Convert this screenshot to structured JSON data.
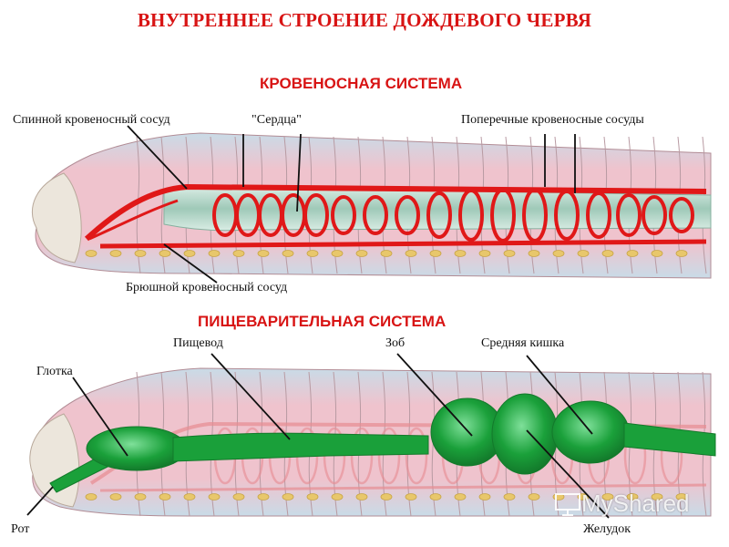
{
  "title": "ВНУТРЕННЕЕ СТРОЕНИЕ ДОЖДЕВОГО ЧЕРВЯ",
  "circulatory": {
    "heading": "КРОВЕНОСНАЯ СИСТЕМА",
    "labels": {
      "dorsal": "Спинной кровеносный сосуд",
      "hearts": "\"Сердца\"",
      "transverse": "Поперечные кровеносные сосуды",
      "ventral": "Брюшной кровеносный сосуд"
    }
  },
  "digestive": {
    "heading": "ПИЩЕВАРИТЕЛЬНАЯ СИСТЕМА",
    "labels": {
      "pharynx": "Глотка",
      "esophagus": "Пищевод",
      "crop": "Зоб",
      "midgut": "Средняя кишка",
      "mouth": "Рот",
      "stomach": "Желудок"
    }
  },
  "watermark": "MyShared",
  "colors": {
    "vessel": "#e01818",
    "gut": "#1aa03a",
    "body_pink": "#f2c6cf",
    "body_blue": "#b9d3e3"
  }
}
